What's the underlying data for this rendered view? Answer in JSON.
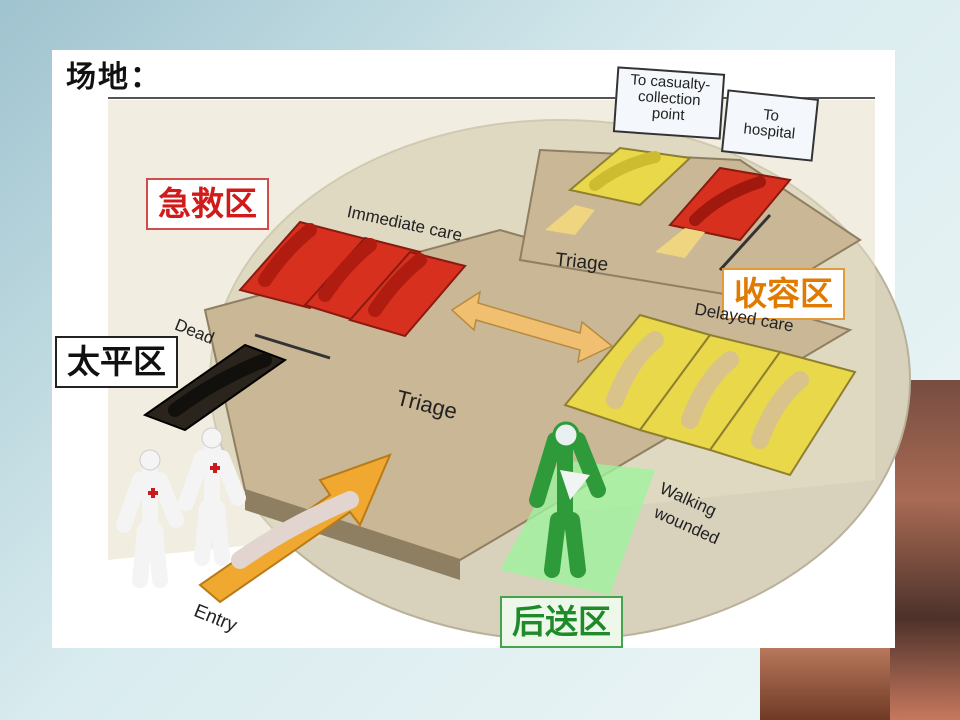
{
  "slide": {
    "title": "场地："
  },
  "zones": {
    "immediate": "急救区",
    "delayed": "收容区",
    "dead": "太平区",
    "walking": "后送区"
  },
  "signs": {
    "collection_lines": [
      "To casualty-",
      "collection",
      "point"
    ],
    "hospital_lines": [
      "To",
      "hospital"
    ]
  },
  "diagram_labels": {
    "immediate_care": "Immediate care",
    "triage_top": "Triage",
    "dead": "Dead",
    "delayed_care": "Delayed care",
    "triage_center": "Triage",
    "walking_1": "Walking",
    "walking_2": "wounded",
    "entry": "Entry"
  },
  "colors": {
    "immediate": "#d8301f",
    "delayed": "#e8d84a",
    "dead": "#2b241c",
    "walking": "#3aa84a",
    "platform": "#cbb998",
    "arrow": "#f0a830",
    "ground": "#d9d3c0"
  }
}
